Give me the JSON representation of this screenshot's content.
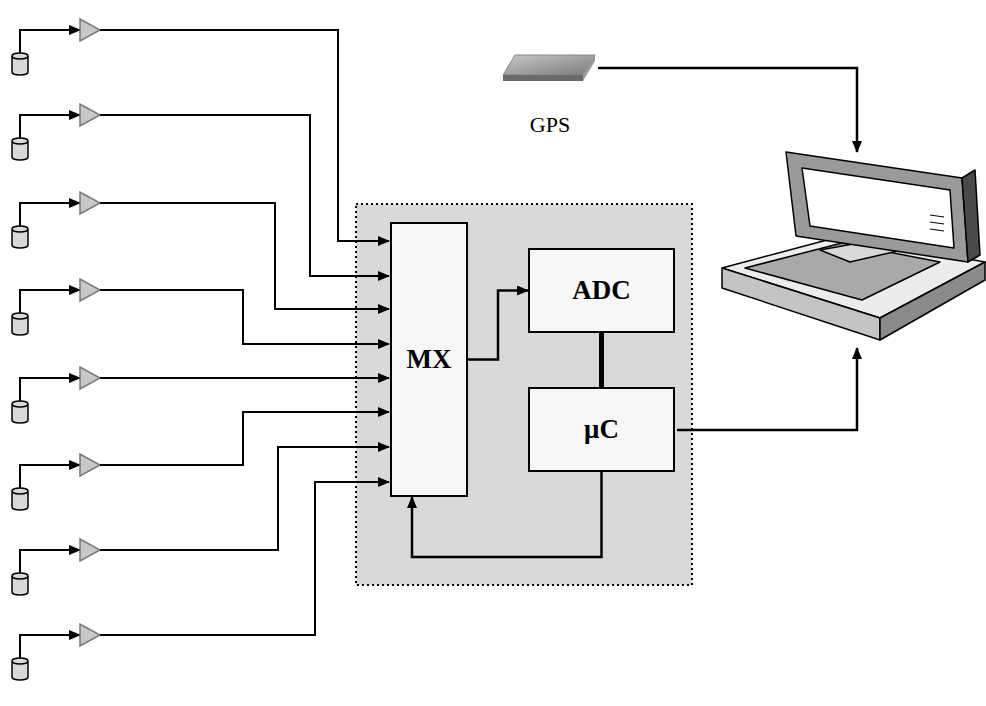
{
  "diagram": {
    "nodes": [
      {
        "text": [
          "MX"
        ]
      },
      {
        "text": [
          "ADC"
        ]
      },
      {
        "text": [
          "μC"
        ]
      },
      {
        "text": [
          "GPS"
        ]
      }
    ],
    "edges": [
      {
        "from": 0,
        "to": 1,
        "arrow": "to"
      },
      {
        "from": 1,
        "to": 2,
        "arrow": "none"
      },
      {
        "from": 2,
        "to": 0,
        "arrow": "to"
      }
    ]
  }
}
